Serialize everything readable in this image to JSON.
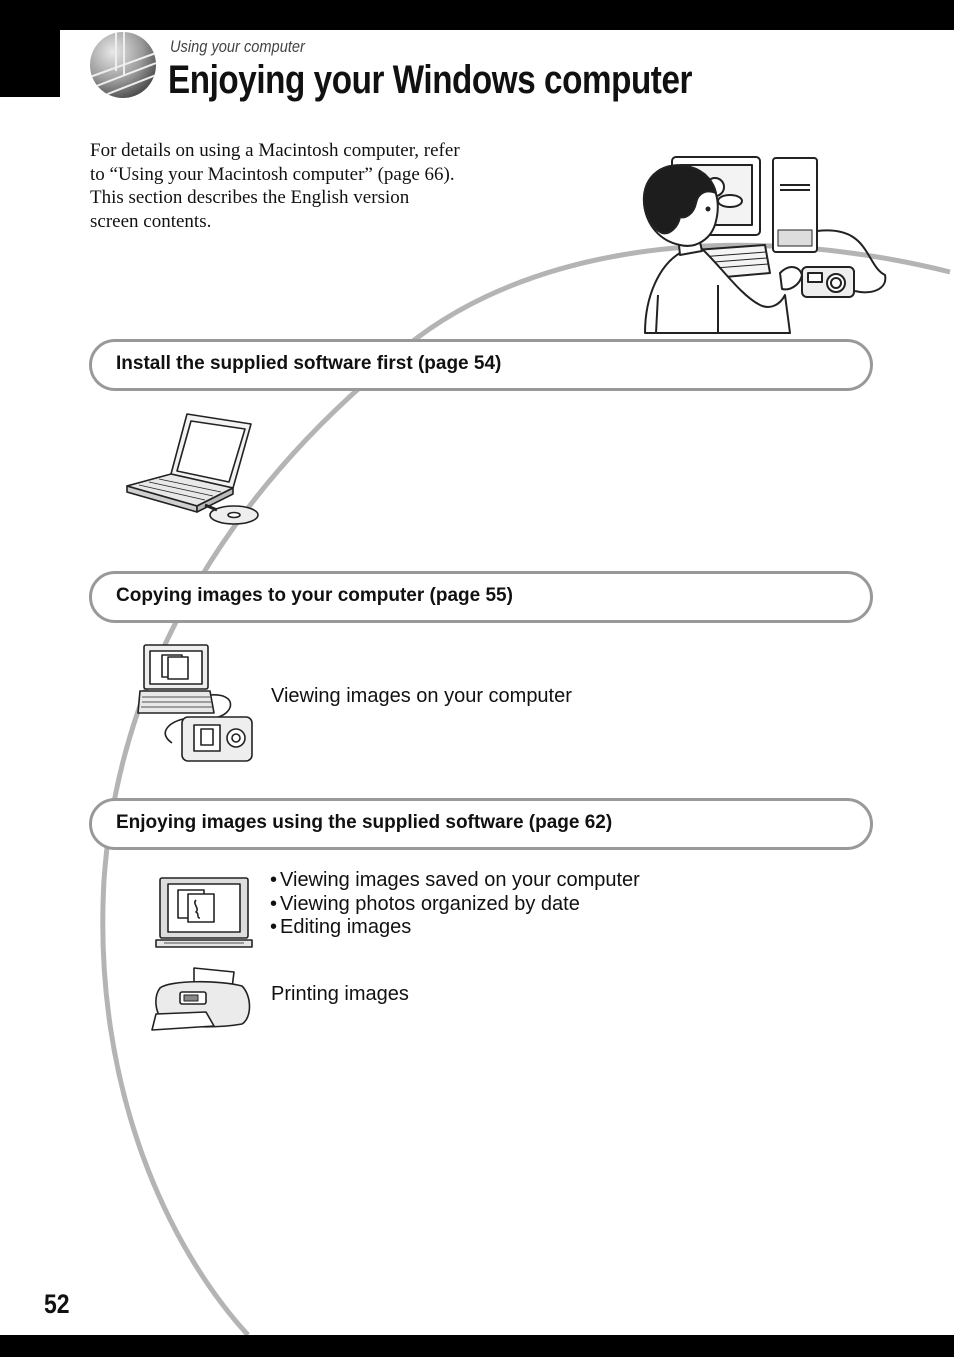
{
  "header": {
    "section_label": "Using your computer",
    "page_title": "Enjoying your Windows computer"
  },
  "intro": {
    "paragraph1": "For details on using a Macintosh computer, refer to “Using your Macintosh computer” (page 66).",
    "paragraph2": "This section describes the English version screen contents."
  },
  "steps": [
    {
      "title": "Install the supplied software first (page 54)"
    },
    {
      "title": "Copying images to your computer (page 55)",
      "items": [
        "Viewing images on your computer"
      ]
    },
    {
      "title": "Enjoying images using the supplied software (page 62)",
      "items": [
        "Viewing images saved on your computer",
        "Viewing photos organized by date",
        "Editing images"
      ],
      "extra": "Printing images"
    }
  ],
  "footer": {
    "page_number": "52"
  },
  "icons": [
    "section-sphere-icon",
    "person-computer-camera-illustration",
    "laptop-cd-icon",
    "laptop-camera-icon",
    "monitor-icon",
    "printer-icon"
  ],
  "colors": {
    "frame": "#000000",
    "box_border": "#999999",
    "arc": "#b4b4b4"
  }
}
